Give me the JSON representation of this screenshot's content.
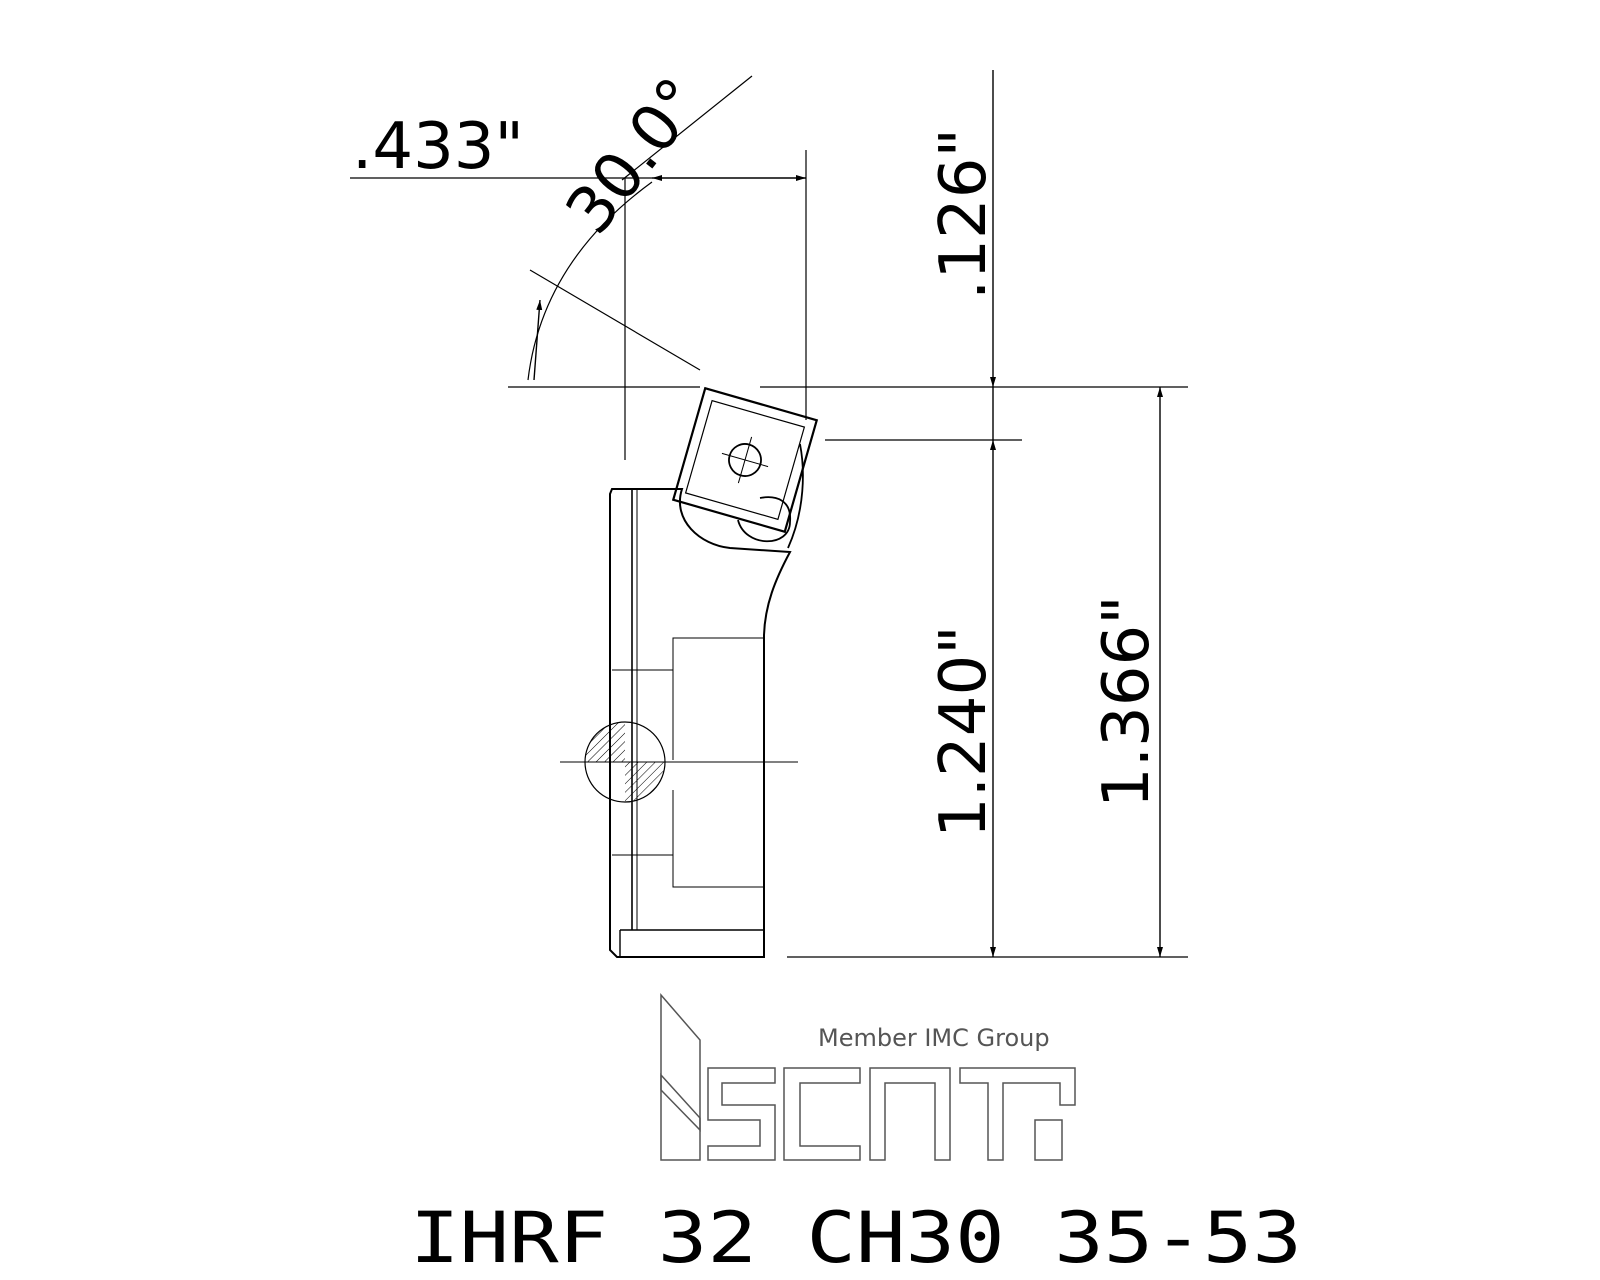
{
  "dimensions": {
    "width": ".433\"",
    "angle": "30.0°",
    "top_offset": ".126\"",
    "height_inner": "1.240\"",
    "height_total": "1.366\""
  },
  "logo": {
    "tagline": "Member IMC Group",
    "brand": "iscar"
  },
  "part_number": "IHRF 32 CH30 35-53",
  "colors": {
    "line": "#000000",
    "logo": "#555555",
    "background": "#ffffff"
  }
}
